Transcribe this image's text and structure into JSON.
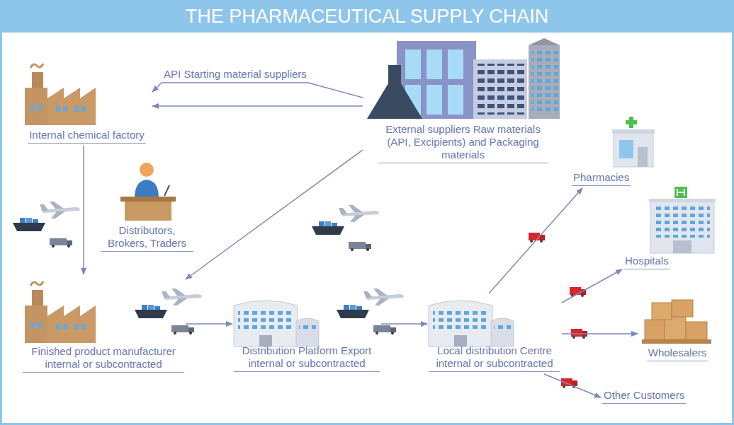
{
  "diagram": {
    "title": "THE PHARMACEUTICAL SUPPLY CHAIN",
    "nodes": [
      {
        "text": [
          "Internal chemical factory"
        ]
      },
      {
        "text": [
          "External suppliers Raw materials (API, Excipients) and Packaging materials"
        ]
      },
      {
        "text": [
          "Distributors, Brokers, Traders"
        ]
      },
      {
        "text": [
          "Finished product manufacturer internal or subcontracted"
        ]
      },
      {
        "text": [
          "Distribution Platform Export internal or subcontracted"
        ]
      },
      {
        "text": [
          "Local distribution Centre internal or subcontracted"
        ]
      },
      {
        "text": [
          "Pharmacies"
        ]
      },
      {
        "text": [
          "Hospitals"
        ]
      },
      {
        "text": [
          "Wholesalers"
        ]
      },
      {
        "text": [
          "Other Customers"
        ]
      }
    ],
    "edges": [
      {
        "from": 1,
        "to": 0,
        "label": "API Starting material suppliers",
        "arrow": "to"
      },
      {
        "from": 1,
        "to": 0,
        "arrow": "to"
      },
      {
        "from": 0,
        "to": 3,
        "arrow": "to"
      },
      {
        "from": 1,
        "to": 3,
        "arrow": "to"
      },
      {
        "from": 3,
        "to": 4,
        "arrow": "to"
      },
      {
        "from": 4,
        "to": 5,
        "arrow": "to"
      },
      {
        "from": 5,
        "to": 6,
        "arrow": "to"
      },
      {
        "from": 5,
        "to": 7,
        "arrow": "to"
      },
      {
        "from": 5,
        "to": 8,
        "arrow": "to"
      },
      {
        "from": 5,
        "to": 9,
        "arrow": "to"
      }
    ]
  }
}
